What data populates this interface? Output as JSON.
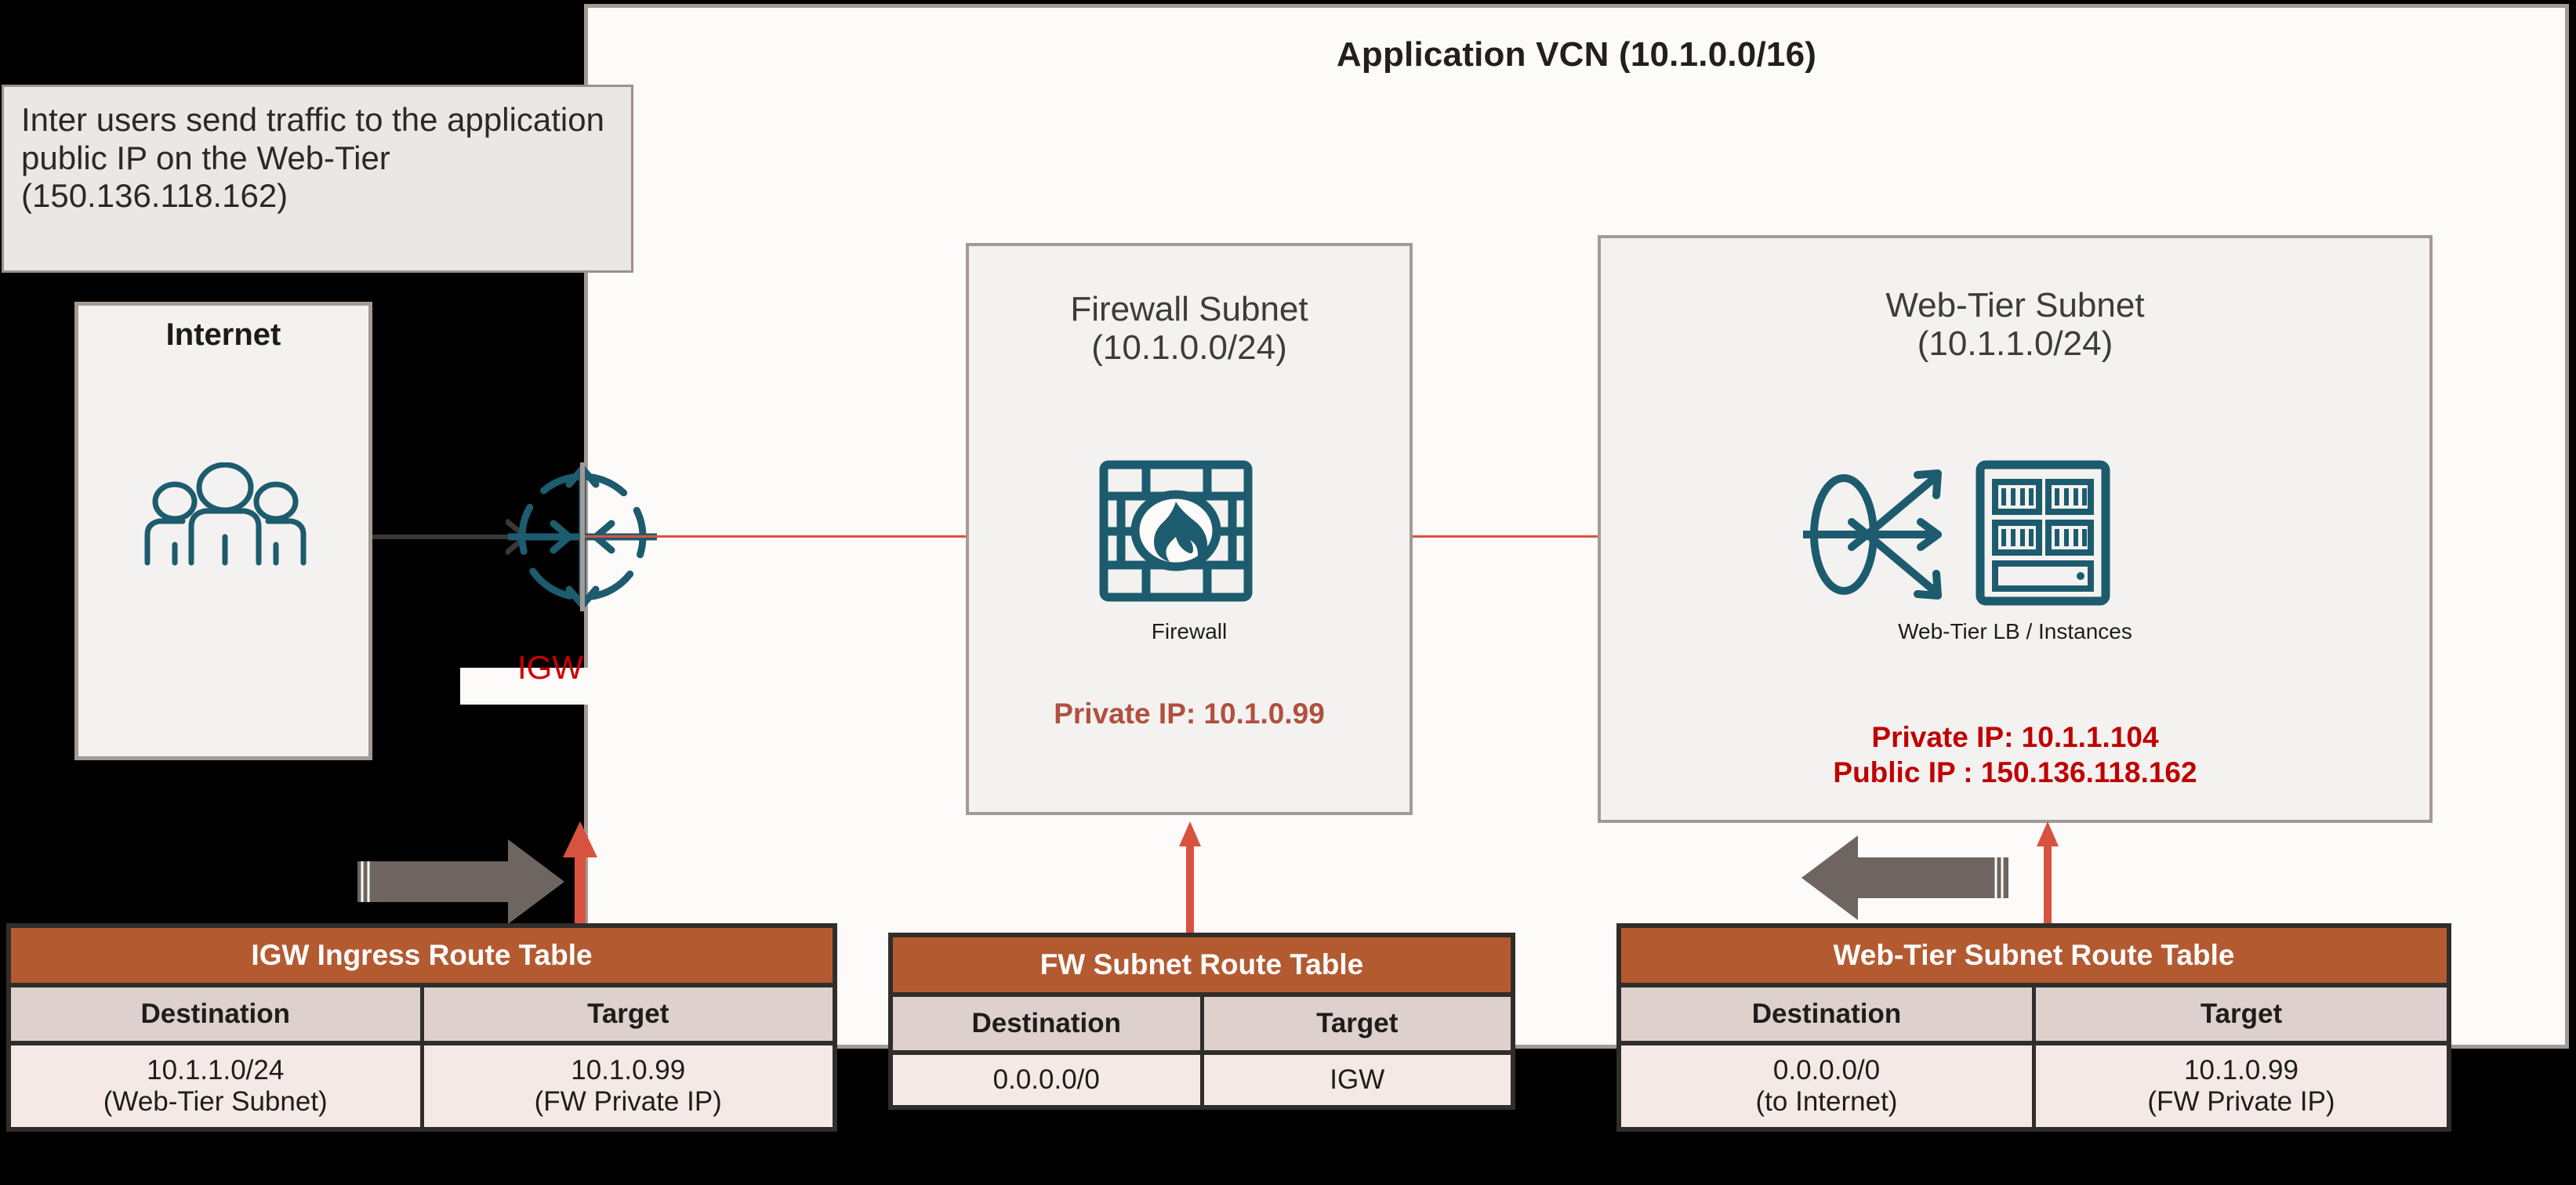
{
  "vcn": {
    "title": "Application VCN  (10.1.0.0/16)"
  },
  "note": {
    "text": "Inter users send traffic to the application public IP on the Web-Tier (150.136.118.162)"
  },
  "internet": {
    "title": "Internet",
    "icon": "people-icon"
  },
  "igw": {
    "label": "IGW",
    "icon": "internet-gateway-icon"
  },
  "subnets": [
    {
      "id": "firewall",
      "title_line1": "Firewall Subnet",
      "title_line2": "(10.1.0.0/24)",
      "icon": "firewall-brickwall-flame-icon",
      "icon_caption": "Firewall",
      "ips": [
        "Private IP: 10.1.0.99"
      ],
      "ip_color": "#b1503f"
    },
    {
      "id": "web-tier",
      "title_line1": "Web-Tier Subnet",
      "title_line2": "(10.1.1.0/24)",
      "icon": "load-balancer-icon",
      "icon2": "server-rack-icon",
      "icon_caption": "Web-Tier LB / Instances",
      "ips": [
        "Private IP: 10.1.1.104",
        "Public IP : 150.136.118.162"
      ],
      "ip_color": "#c00000"
    }
  ],
  "route_tables": [
    {
      "id": "igw-ingress",
      "title": "IGW Ingress Route Table",
      "columns": [
        "Destination",
        "Target"
      ],
      "rows": [
        [
          "10.1.1.0/24\n(Web-Tier Subnet)",
          "10.1.0.99\n(FW Private IP)"
        ]
      ]
    },
    {
      "id": "fw-subnet",
      "title": "FW Subnet Route Table",
      "columns": [
        "Destination",
        "Target"
      ],
      "rows": [
        [
          "0.0.0.0/0",
          "IGW"
        ]
      ]
    },
    {
      "id": "web-tier-subnet",
      "title": "Web-Tier Subnet  Route Table",
      "columns": [
        "Destination",
        "Target"
      ],
      "rows": [
        [
          "0.0.0.0/0\n(to Internet)",
          "10.1.0.99\n(FW Private IP)"
        ]
      ]
    }
  ],
  "colors": {
    "header_orange": "#b45a31",
    "header_row": "#ded0cd",
    "body_row": "#f4e9e7",
    "traffic_red": "#d8533f",
    "icon_teal": "#1d5b6e",
    "border_gray": "#a39a93",
    "backdrop_black": "#000000",
    "block_arrow_gray": "#6e6560"
  },
  "flow_arrows": [
    {
      "id": "internet-to-igw",
      "direction": "right",
      "style": "thin-gray"
    },
    {
      "id": "igw-to-firewall-to-web",
      "direction": "right",
      "style": "thin-red"
    },
    {
      "id": "igw-ingress-rt-attach",
      "direction": "up",
      "style": "red"
    },
    {
      "id": "igw-ingress-rt-block",
      "direction": "right",
      "style": "block-gray"
    },
    {
      "id": "fw-rt-attach",
      "direction": "up",
      "style": "red"
    },
    {
      "id": "web-rt-attach",
      "direction": "up",
      "style": "red"
    },
    {
      "id": "web-rt-block",
      "direction": "left",
      "style": "block-gray"
    }
  ]
}
